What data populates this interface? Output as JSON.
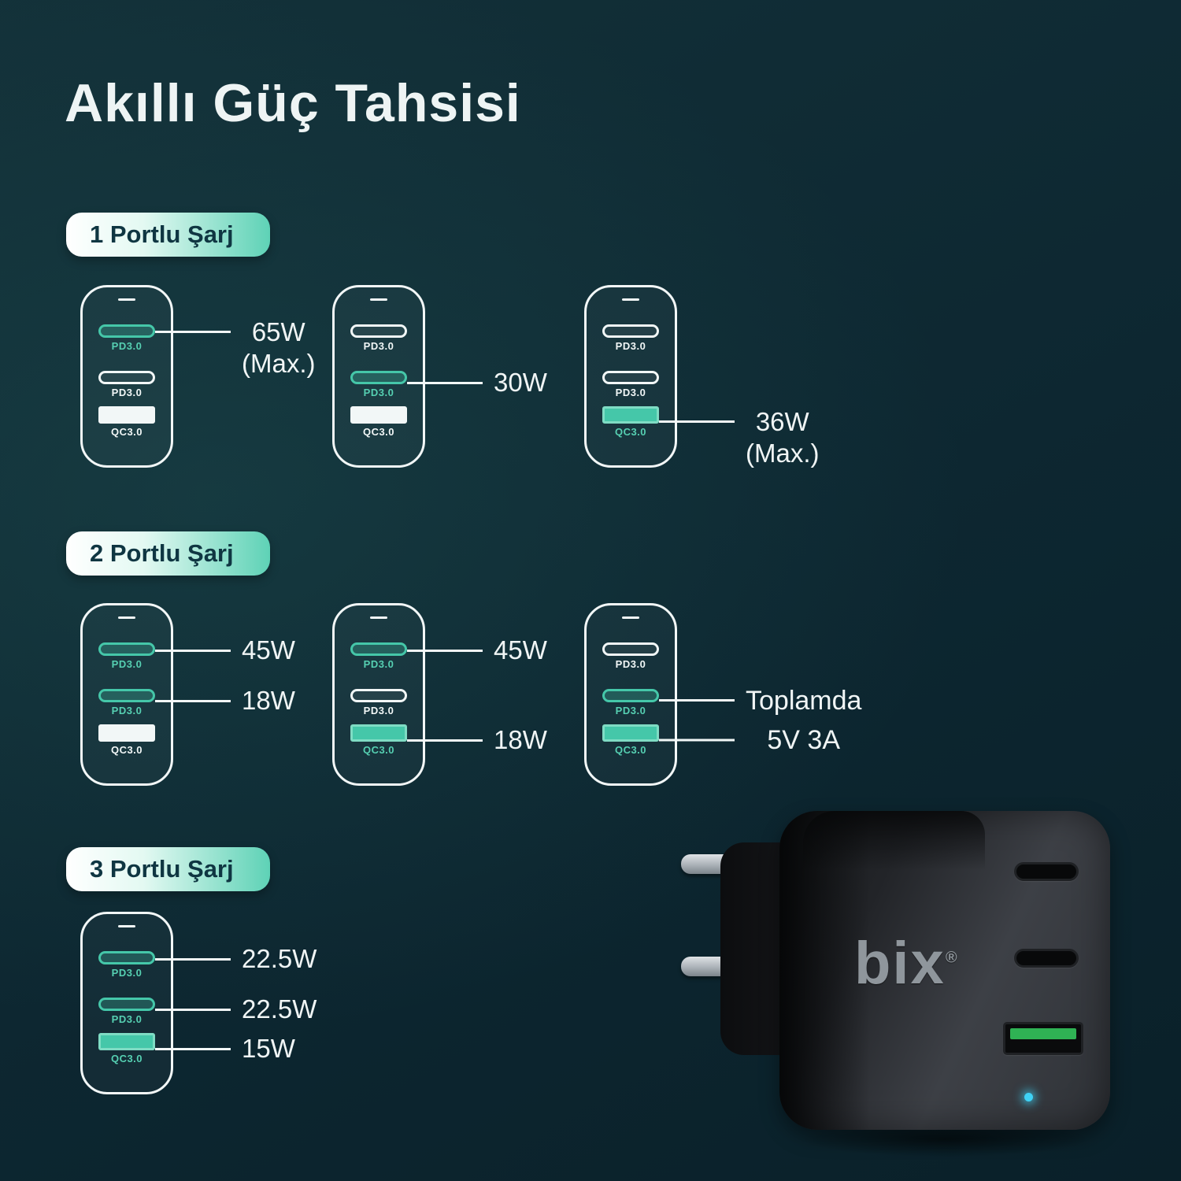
{
  "title": "Akıllı Güç Tahsisi",
  "colors": {
    "accent": "#45c7a9",
    "badge_text": "#0f3642",
    "background": "#0d2731",
    "port_inactive": "#f2f7f7",
    "led": "#3fd2f5"
  },
  "sections": [
    {
      "badge": "1 Portlu Şarj",
      "chargers": [
        {
          "ports": [
            {
              "type": "usbc",
              "label": "PD3.0",
              "active": true,
              "annotation": {
                "text": "65W\n(Max.)",
                "style": "multi"
              }
            },
            {
              "type": "usbc",
              "label": "PD3.0",
              "active": false
            },
            {
              "type": "usba",
              "label": "QC3.0",
              "active": false
            }
          ]
        },
        {
          "ports": [
            {
              "type": "usbc",
              "label": "PD3.0",
              "active": false
            },
            {
              "type": "usbc",
              "label": "PD3.0",
              "active": true,
              "annotation": {
                "text": "30W"
              }
            },
            {
              "type": "usba",
              "label": "QC3.0",
              "active": false
            }
          ]
        },
        {
          "ports": [
            {
              "type": "usbc",
              "label": "PD3.0",
              "active": false
            },
            {
              "type": "usbc",
              "label": "PD3.0",
              "active": false
            },
            {
              "type": "usba",
              "label": "QC3.0",
              "active": true,
              "annotation": {
                "text": "36W\n(Max.)",
                "style": "multi"
              }
            }
          ]
        }
      ]
    },
    {
      "badge": "2 Portlu Şarj",
      "chargers": [
        {
          "ports": [
            {
              "type": "usbc",
              "label": "PD3.0",
              "active": true,
              "annotation": {
                "text": "45W"
              }
            },
            {
              "type": "usbc",
              "label": "PD3.0",
              "active": true,
              "annotation": {
                "text": "18W"
              }
            },
            {
              "type": "usba",
              "label": "QC3.0",
              "active": false
            }
          ]
        },
        {
          "ports": [
            {
              "type": "usbc",
              "label": "PD3.0",
              "active": true,
              "annotation": {
                "text": "45W"
              }
            },
            {
              "type": "usbc",
              "label": "PD3.0",
              "active": false
            },
            {
              "type": "usba",
              "label": "QC3.0",
              "active": true,
              "annotation": {
                "text": "18W"
              }
            }
          ]
        },
        {
          "ports": [
            {
              "type": "usbc",
              "label": "PD3.0",
              "active": false
            },
            {
              "type": "usbc",
              "label": "PD3.0",
              "active": true,
              "annotation": {
                "text": "Toplamda\n5V 3A",
                "style": "span2"
              }
            },
            {
              "type": "usba",
              "label": "QC3.0",
              "active": true,
              "annotation": {
                "text": "",
                "style": "line-only"
              }
            }
          ]
        }
      ]
    },
    {
      "badge": "3 Portlu Şarj",
      "chargers": [
        {
          "ports": [
            {
              "type": "usbc",
              "label": "PD3.0",
              "active": true,
              "annotation": {
                "text": "22.5W"
              }
            },
            {
              "type": "usbc",
              "label": "PD3.0",
              "active": true,
              "annotation": {
                "text": "22.5W"
              }
            },
            {
              "type": "usba",
              "label": "QC3.0",
              "active": true,
              "annotation": {
                "text": "15W"
              }
            }
          ]
        }
      ]
    }
  ],
  "product": {
    "logo": "bix",
    "reg": "®"
  }
}
